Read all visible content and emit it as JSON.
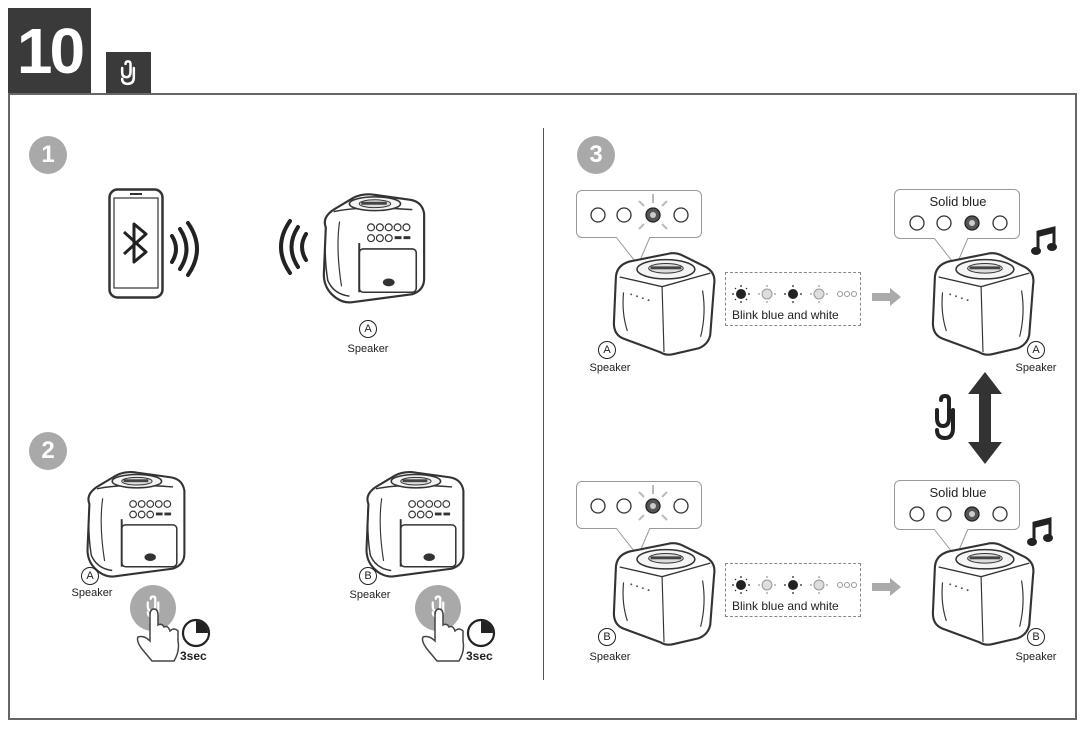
{
  "header": {
    "step_number": "10",
    "link_icon": "link-icon"
  },
  "panel1": {
    "number": "1",
    "speaker_letter": "A",
    "speaker_label": "Speaker"
  },
  "panel2": {
    "number": "2",
    "speaker_a_letter": "A",
    "speaker_a_label": "Speaker",
    "speaker_b_letter": "B",
    "speaker_b_label": "Speaker",
    "hold_a": "3sec",
    "hold_b": "3sec"
  },
  "panel3": {
    "number": "3",
    "top": {
      "blink_label": "Blink blue and white",
      "solid_label": "Solid blue",
      "left_letter": "A",
      "left_label": "Speaker",
      "right_letter": "A",
      "right_label": "Speaker"
    },
    "bottom": {
      "blink_label": "Blink blue and white",
      "solid_label": "Solid blue",
      "left_letter": "B",
      "left_label": "Speaker",
      "right_letter": "B",
      "right_label": "Speaker"
    }
  }
}
